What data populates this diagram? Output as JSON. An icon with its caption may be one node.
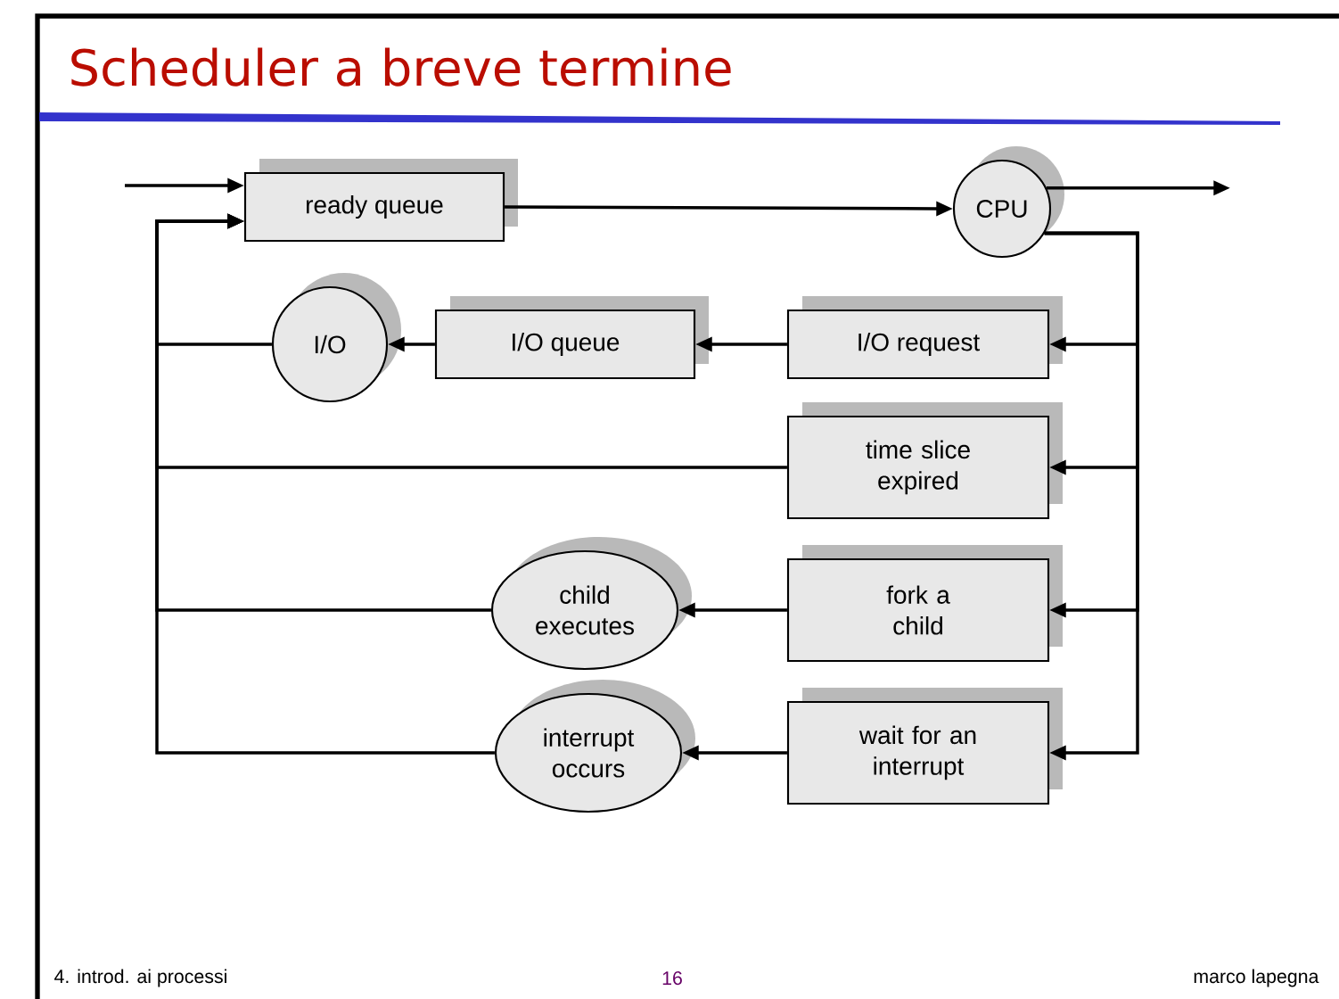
{
  "diagram": {
    "title": "Scheduler a breve termine",
    "nodes": [
      {
        "text": [
          "ready queue"
        ]
      },
      {
        "text": [
          "CPU"
        ]
      },
      {
        "text": [
          "I/O"
        ]
      },
      {
        "text": [
          "I/O queue"
        ]
      },
      {
        "text": [
          "I/O request"
        ]
      },
      {
        "text": [
          "time slice expired"
        ]
      },
      {
        "text": [
          "child executes"
        ]
      },
      {
        "text": [
          "fork a child"
        ]
      },
      {
        "text": [
          "interrupt occurs"
        ]
      },
      {
        "text": [
          "wait for an interrupt"
        ]
      }
    ],
    "edges": [
      {
        "from": null,
        "to": 0,
        "arrow": "to"
      },
      {
        "from": 0,
        "to": 1,
        "arrow": "to"
      },
      {
        "from": 1,
        "to": null,
        "arrow": "to"
      },
      {
        "from": 1,
        "to": 4,
        "arrow": "to"
      },
      {
        "from": 1,
        "to": 5,
        "arrow": "to"
      },
      {
        "from": 1,
        "to": 7,
        "arrow": "to"
      },
      {
        "from": 1,
        "to": 9,
        "arrow": "to"
      },
      {
        "from": 4,
        "to": 3,
        "arrow": "to"
      },
      {
        "from": 3,
        "to": 2,
        "arrow": "to"
      },
      {
        "from": 7,
        "to": 6,
        "arrow": "to"
      },
      {
        "from": 9,
        "to": 8,
        "arrow": "to"
      },
      {
        "from": 2,
        "to": 0,
        "arrow": "to"
      },
      {
        "from": 5,
        "to": 0,
        "arrow": "to"
      },
      {
        "from": 6,
        "to": 0,
        "arrow": "to"
      },
      {
        "from": 8,
        "to": 0,
        "arrow": "to"
      }
    ],
    "labels": [
      "4. introd. ai processi",
      "16",
      "marco lapegna"
    ]
  }
}
